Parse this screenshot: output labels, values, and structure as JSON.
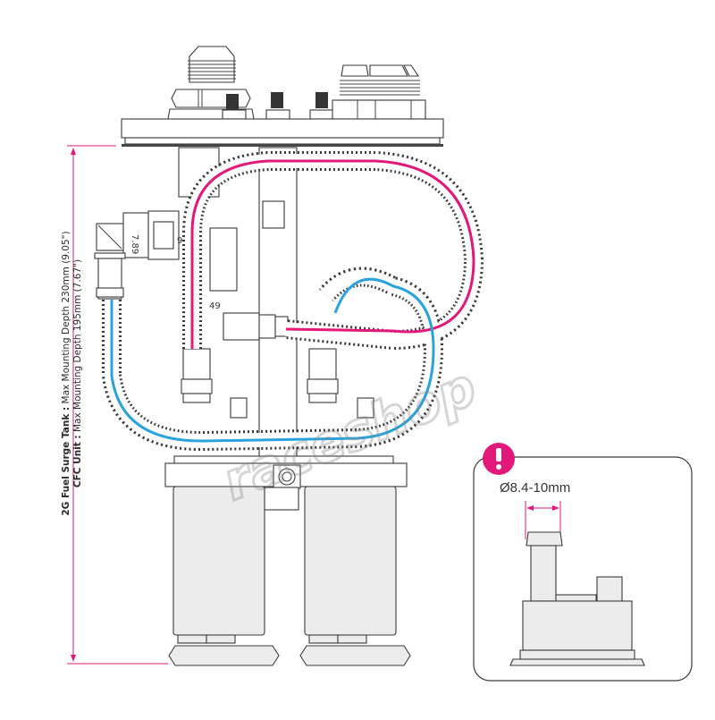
{
  "diagram": {
    "title": "Fuel pump assembly dimensional drawing",
    "dimension": {
      "line1_bold": "2G Fuel Surge Tank :",
      "line1_text": " Max Mounting Depth 230mm (9.05\")",
      "line2_bold": "CFC Unit :",
      "line2_text": " Max Mounting Depth 195mm (7.67\")"
    },
    "detail_callout": {
      "icon": "exclamation-icon",
      "label": "Ø8.4-10mm"
    },
    "part_markings": {
      "connector_left": "7.89",
      "connector_mid_a": "9",
      "connector_mid_b": "49"
    },
    "watermark": "raceshop",
    "colors": {
      "accent_pink": "#e2187a",
      "hose_blue": "#2aa3dc",
      "line_dark": "#3a3a3a",
      "fill_light": "#ececec"
    }
  }
}
